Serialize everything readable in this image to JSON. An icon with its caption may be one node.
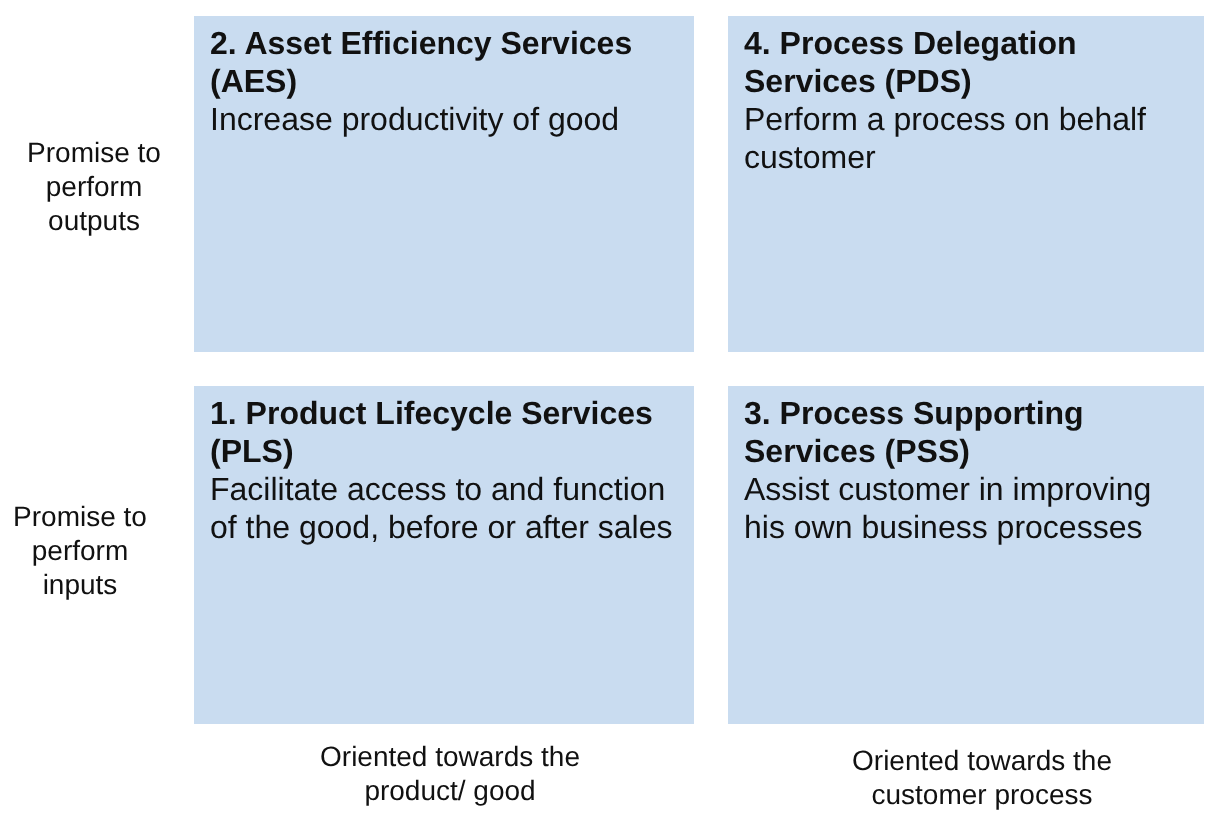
{
  "diagram": {
    "nodes": [
      {
        "text": [
          "2. Asset Efficiency Services (AES)",
          "Increase productivity of good"
        ]
      },
      {
        "text": [
          "4. Process Delegation Services (PDS)",
          "Perform a process on behalf customer"
        ]
      },
      {
        "text": [
          "1. Product Lifecycle Services (PLS)",
          "Facilitate access to and function of the good, before or after sales"
        ]
      },
      {
        "text": [
          "3. Process Supporting Services (PSS)",
          "Assist customer in improving his own business processes"
        ]
      }
    ],
    "labels": [
      "Promise to perform outputs",
      "Promise to perform inputs",
      "Oriented towards the product/ good",
      "Oriented towards the customer process"
    ]
  }
}
